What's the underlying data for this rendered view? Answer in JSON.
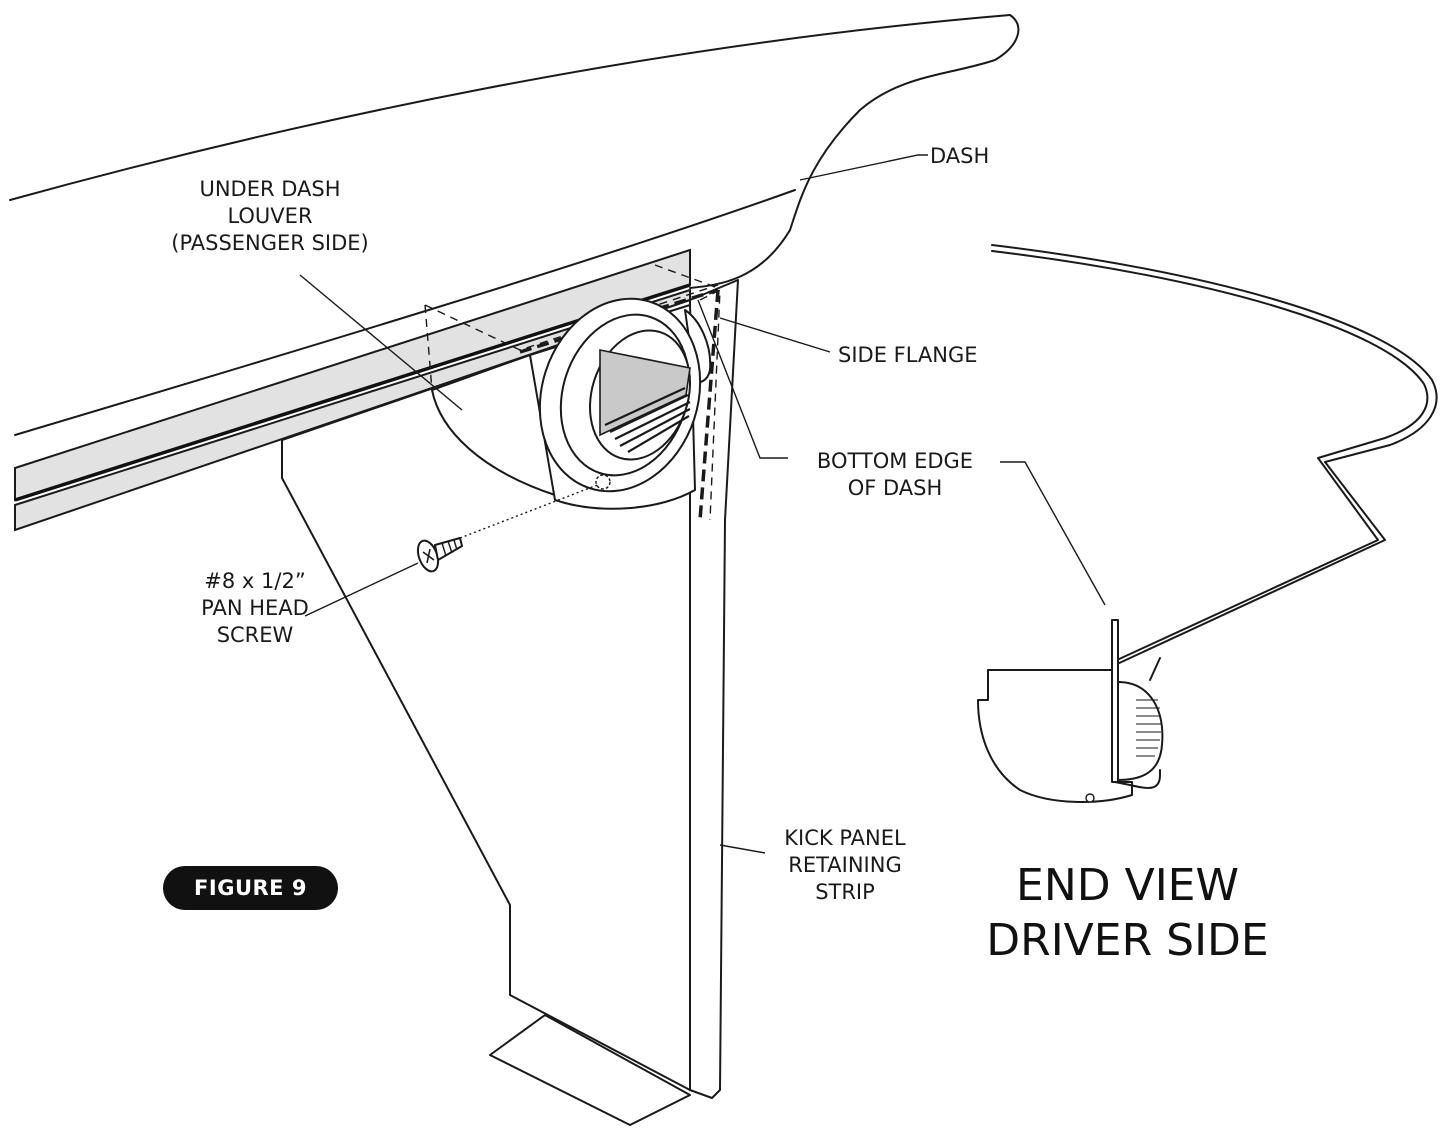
{
  "figure_label": "FIGURE 9",
  "labels": {
    "dash": "DASH",
    "under_dash_louver": "UNDER DASH\nLOUVER\n(PASSENGER SIDE)",
    "side_flange": "SIDE FLANGE",
    "bottom_edge_of_dash": "BOTTOM EDGE\nOF DASH",
    "screw": "#8 x 1/2”\nPAN HEAD\nSCREW",
    "kick_panel_retaining_strip": "KICK PANEL\nRETAINING\nSTRIP"
  },
  "end_view_title": "END VIEW\nDRIVER SIDE"
}
